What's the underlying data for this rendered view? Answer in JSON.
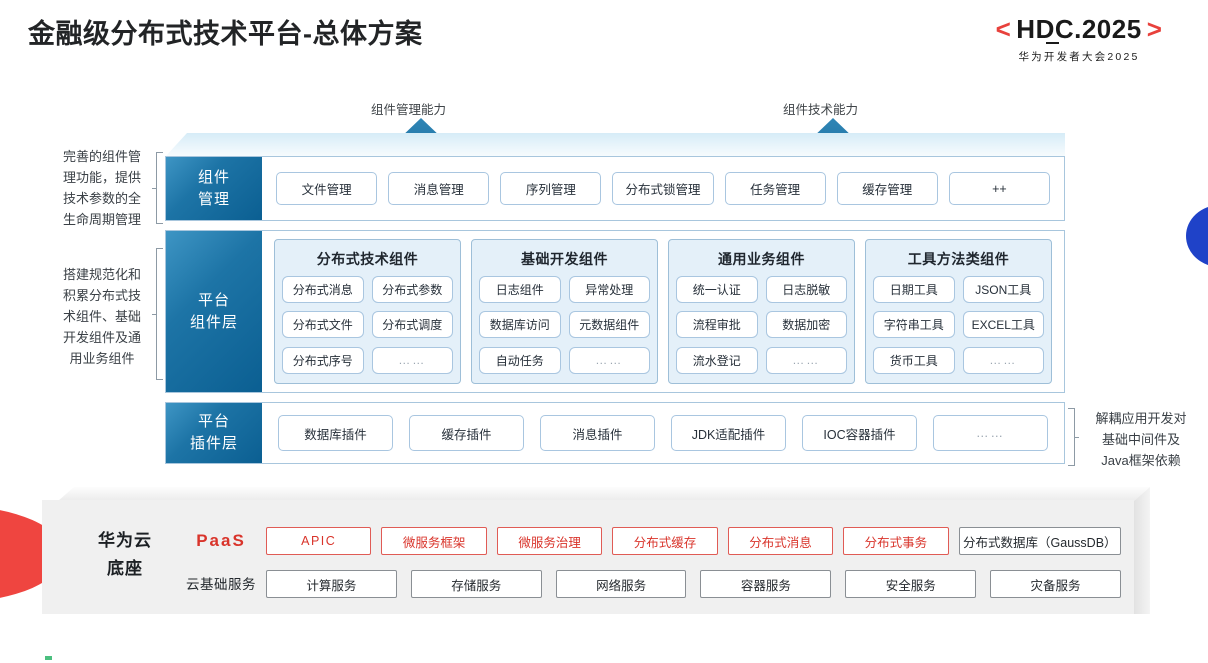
{
  "header": {
    "title": "金融级分布式技术平台-总体方案",
    "logo": {
      "left_bracket": "<",
      "right_bracket": ">",
      "main": "HDC.2025",
      "sub": "华为开发者大会2025"
    }
  },
  "arrows": [
    {
      "caption": "组件管理能力"
    },
    {
      "caption": "组件技术能力"
    }
  ],
  "notes": {
    "left_top": "完善的组件管\n理功能，提供\n技术参数的全\n生命周期管理",
    "left_mid": "搭建规范化和\n积累分布式技\n术组件、基础\n开发组件及通\n用业务组件",
    "right_plugins": "解耦应用开发对\n基础中间件及\nJava框架依赖"
  },
  "layers": {
    "manage": {
      "label": "组件\n管理",
      "items": [
        "文件管理",
        "消息管理",
        "序列管理",
        "分布式锁管理",
        "任务管理",
        "缓存管理",
        "++"
      ]
    },
    "components": {
      "label": "平台\n组件层",
      "groups": [
        {
          "title": "分布式技术组件",
          "items": [
            "分布式消息",
            "分布式参数",
            "分布式文件",
            "分布式调度",
            "分布式序号",
            "……"
          ]
        },
        {
          "title": "基础开发组件",
          "items": [
            "日志组件",
            "异常处理",
            "数据库访问",
            "元数据组件",
            "自动任务",
            "……"
          ]
        },
        {
          "title": "通用业务组件",
          "items": [
            "统一认证",
            "日志脱敏",
            "流程审批",
            "数据加密",
            "流水登记",
            "……"
          ]
        },
        {
          "title": "工具方法类组件",
          "items": [
            "日期工具",
            "JSON工具",
            "字符串工具",
            "EXCEL工具",
            "货币工具",
            "……"
          ]
        }
      ]
    },
    "plugins": {
      "label": "平台\n插件层",
      "items": [
        "数据库插件",
        "缓存插件",
        "消息插件",
        "JDK适配插件",
        "IOC容器插件",
        "……"
      ]
    }
  },
  "cloud": {
    "name": "华为云\n底座",
    "paas_label": "PaaS",
    "infra_label": "云基础服务",
    "paas_items": [
      {
        "label": "APIC",
        "style": "red"
      },
      {
        "label": "微服务框架",
        "style": "red"
      },
      {
        "label": "微服务治理",
        "style": "red"
      },
      {
        "label": "分布式缓存",
        "style": "red"
      },
      {
        "label": "分布式消息",
        "style": "red"
      },
      {
        "label": "分布式事务",
        "style": "red"
      },
      {
        "label": "分布式数据库（GaussDB）",
        "style": "neutral"
      }
    ],
    "infra_items": [
      "计算服务",
      "存储服务",
      "网络服务",
      "容器服务",
      "安全服务",
      "灾备服务"
    ]
  },
  "colors": {
    "accent_blue": "#0b5f92",
    "accent_red": "#d9342b",
    "logo_red": "#e8413c",
    "group_bg": "#e4f0f9",
    "slab_gray": "#f0f0f0",
    "lens_blue": "#1f42c8",
    "tick_green": "#4bbf7f"
  }
}
